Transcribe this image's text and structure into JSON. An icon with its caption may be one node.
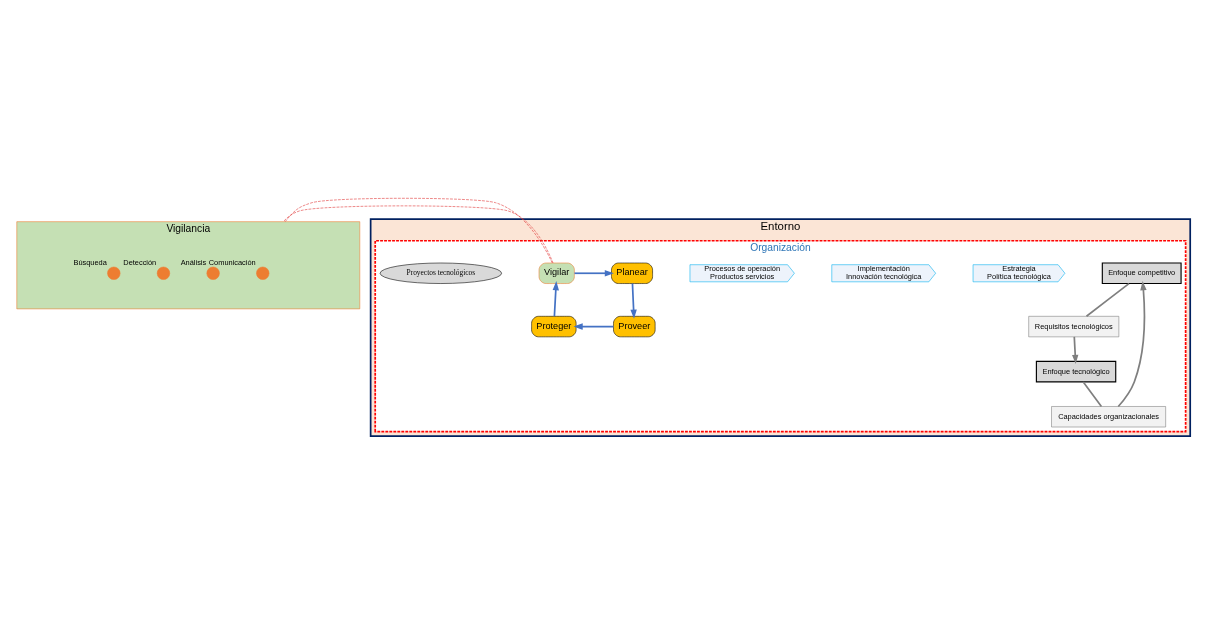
{
  "diagram": {
    "nodes": [
      {
        "text": [
          "Vigilancia"
        ]
      },
      {
        "text": [],
        "shape": "circle",
        "in": 0,
        "beside": [
          "Comunicación"
        ]
      },
      {
        "text": [],
        "shape": "circle",
        "in": 0,
        "beside": [
          "Análisis"
        ]
      },
      {
        "text": [],
        "shape": "circle",
        "in": 0,
        "beside": [
          "Detección"
        ]
      },
      {
        "text": [],
        "shape": "circle",
        "in": 0,
        "beside": [
          "Búsqueda"
        ]
      },
      {
        "text": [
          "Entorno"
        ]
      },
      {
        "text": [
          "Organización"
        ],
        "in": 5
      },
      {
        "text": [
          "Enfoque competitivo"
        ],
        "in": 6
      },
      {
        "text": [
          "Capacidades organizacionales"
        ],
        "in": 6
      },
      {
        "text": [
          "Requisitos tecnológicos"
        ],
        "in": 6
      },
      {
        "text": [
          "Enfoque tecnológico"
        ],
        "in": 6
      },
      {
        "text": [
          "Estrategia",
          "Política tecnológica"
        ],
        "in": 6
      },
      {
        "text": [
          "Implementación",
          "Innovación tecnológica"
        ],
        "in": 6
      },
      {
        "text": [
          "Procesos de operación",
          "Productos servicios"
        ],
        "in": 6
      },
      {
        "text": [
          "Vigilar"
        ],
        "in": 6
      },
      {
        "text": [
          "Planear"
        ],
        "in": 6
      },
      {
        "text": [
          "Proyectos tecnológicos"
        ],
        "in": 6
      },
      {
        "text": [
          "Proteger"
        ],
        "in": 6
      },
      {
        "text": [
          "Proveer"
        ],
        "in": 6
      }
    ],
    "edges": [
      {
        "from": 8,
        "to": 7,
        "arrow": "to"
      },
      {
        "from": 7,
        "to": 9,
        "arrow": "none"
      },
      {
        "from": 9,
        "to": 10,
        "arrow": "to"
      },
      {
        "from": 10,
        "to": 8,
        "arrow": "none"
      },
      {
        "from": 14,
        "to": 15,
        "arrow": "to",
        "color": "#4472c4"
      },
      {
        "from": 15,
        "to": 18,
        "arrow": "to",
        "color": "#4472c4"
      },
      {
        "from": 18,
        "to": 17,
        "arrow": "to",
        "color": "#4472c4"
      },
      {
        "from": 17,
        "to": 14,
        "arrow": "to",
        "color": "#4472c4"
      },
      {
        "from": 14,
        "to": 0,
        "arrow": "none",
        "style": "dashed",
        "color": "#e03030"
      },
      {
        "from": 14,
        "to": 0,
        "arrow": "none",
        "style": "dashed",
        "color": "#e03030"
      }
    ]
  }
}
